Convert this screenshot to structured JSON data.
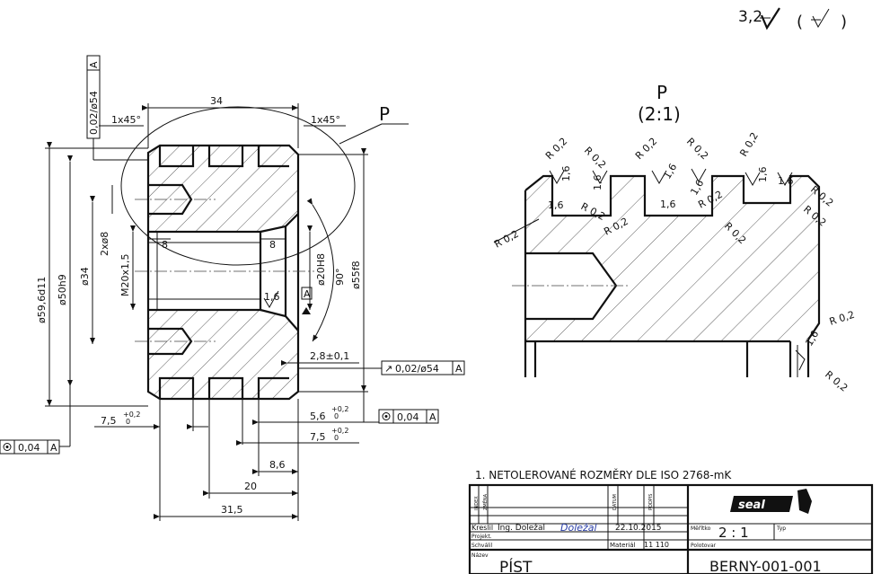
{
  "surface": {
    "roughness": "3,2",
    "roughness_symbol_paren": "( )"
  },
  "view_detail": {
    "label": "P",
    "scale": "(2:1)",
    "callout": "P"
  },
  "dims_main": {
    "len_34": "34",
    "chamfer_left": "1x45°",
    "chamfer_right": "1x45°",
    "runout_frame": "0,02/ø54",
    "datum_a": "A",
    "d_59": "ø59,6d11",
    "d_50": "ø50h9",
    "d_34": "ø34",
    "holes": "2xø8",
    "thread": "M20x1,5",
    "d_20": "ø20H8",
    "angle": "90°",
    "d_55": "ø55f8",
    "depth_8a": "8",
    "depth_8b": "8",
    "rough_16": "1,6",
    "groove_28": "2,8±0,1",
    "runout_frame2": "0,02/ø54",
    "datum_a2": "A",
    "conc_frame": "0,04",
    "datum_a3": "A",
    "conc_frame2": "0,04",
    "datum_a4": "A",
    "d_56": "5,6",
    "d_75a": "7,5",
    "d_75b": "7,5",
    "tol_plus": "+0,2",
    "tol_zero": "0",
    "d_86": "8,6",
    "d_20b": "20",
    "d_315": "31,5"
  },
  "dims_detail": {
    "r02": "R 0,2",
    "r1": "1,6"
  },
  "note": "1. NETOLEROVANÉ ROZMĚRY DLE ISO 2768-mK",
  "title_block": {
    "index": "INDEX",
    "zmena": "ZMĚNA",
    "datum": "DATUM",
    "podpis": "PODPIS",
    "kreslil_label": "Kreslil",
    "kreslil_name": "Ing. Doležal",
    "kreslil_sign": "Doležal",
    "date": "22.10.2015",
    "projekt": "Projekt.",
    "schvalil": "Schválil",
    "meritko_label": "Měřítko",
    "meritko": "2 : 1",
    "typ": "Typ",
    "material_label": "Materiál",
    "material": "11 110",
    "polotovar": "Polotovar",
    "nazev_label": "Název",
    "nazev": "PÍST",
    "drawing_no": "BERNY-001-001",
    "logo": "seal"
  }
}
